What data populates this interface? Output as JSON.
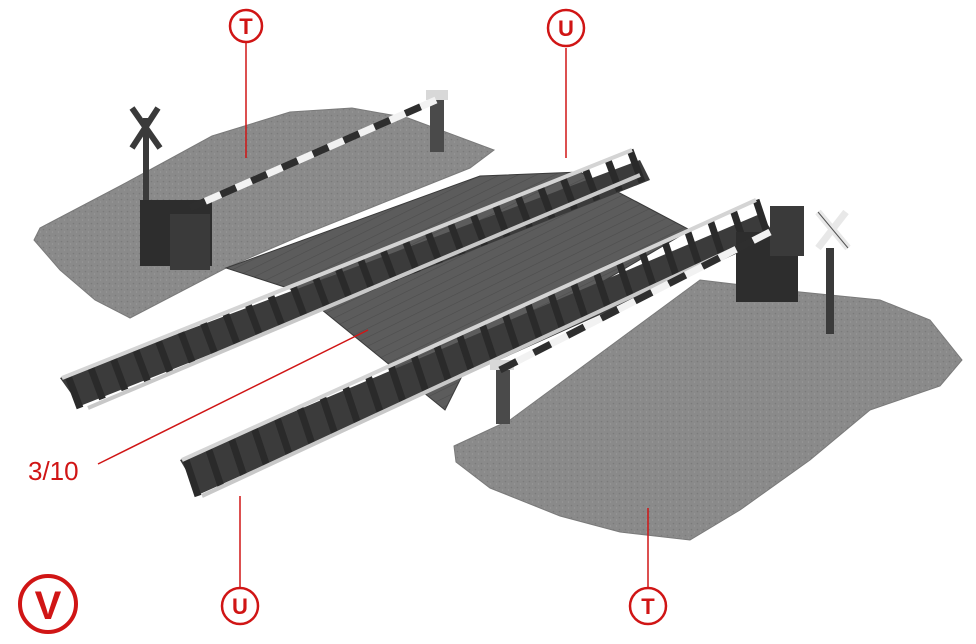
{
  "colors": {
    "accent_red": "#d01515",
    "ground": "#8a8a8a",
    "ground_dark": "#6e6e6e",
    "ground_light": "#a6a6a6",
    "planks": "#5c5c5c",
    "rail": "#cfcfcf",
    "sleeper": "#2a2a2a",
    "barrier_white": "#f2f2f2",
    "barrier_dark": "#2e2e2e"
  },
  "labels": {
    "roadway_top": "T",
    "roadway_bottom": "T",
    "track_top": "U",
    "track_bottom": "U",
    "plate": "3/10",
    "variant": "V"
  },
  "icons": {
    "crossbuck_left": "crossbuck-icon",
    "crossbuck_right": "crossbuck-icon",
    "gate_left": "crossing-gate-icon",
    "gate_right": "crossing-gate-icon"
  }
}
